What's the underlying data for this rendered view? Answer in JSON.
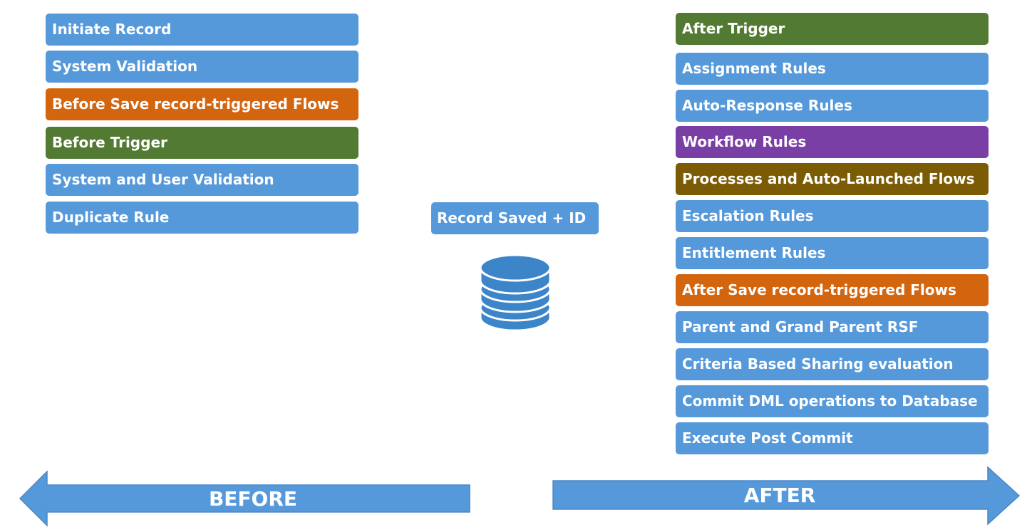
{
  "colors": {
    "blue": "#5599db",
    "orange": "#d4650f",
    "green": "#537a32",
    "purple": "#7a3fa5",
    "brown": "#7b5b04",
    "db": "#3d85c9"
  },
  "before_steps": [
    {
      "label": "Initiate Record",
      "color": "blue"
    },
    {
      "label": "System Validation",
      "color": "blue"
    },
    {
      "label": "Before Save record-triggered Flows",
      "color": "orange"
    },
    {
      "label": "Before Trigger",
      "color": "green"
    },
    {
      "label": "System and User Validation",
      "color": "blue"
    },
    {
      "label": "Duplicate Rule",
      "color": "blue"
    }
  ],
  "center": {
    "record_saved": "Record Saved + ID",
    "icon": "database-icon"
  },
  "after_steps": [
    {
      "label": "After Trigger",
      "color": "green"
    },
    {
      "label": "Assignment Rules",
      "color": "blue"
    },
    {
      "label": "Auto-Response Rules",
      "color": "blue"
    },
    {
      "label": "Workflow Rules",
      "color": "purple"
    },
    {
      "label": "Processes and Auto-Launched Flows",
      "color": "brown"
    },
    {
      "label": "Escalation Rules",
      "color": "blue"
    },
    {
      "label": "Entitlement Rules",
      "color": "blue"
    },
    {
      "label": "After Save record-triggered Flows",
      "color": "orange"
    },
    {
      "label": "Parent and Grand Parent RSF",
      "color": "blue"
    },
    {
      "label": "Criteria Based Sharing evaluation",
      "color": "blue"
    },
    {
      "label": "Commit DML operations to Database",
      "color": "blue"
    },
    {
      "label": "Execute Post Commit",
      "color": "blue"
    }
  ],
  "arrows": {
    "before_label": "BEFORE",
    "after_label": "AFTER"
  }
}
